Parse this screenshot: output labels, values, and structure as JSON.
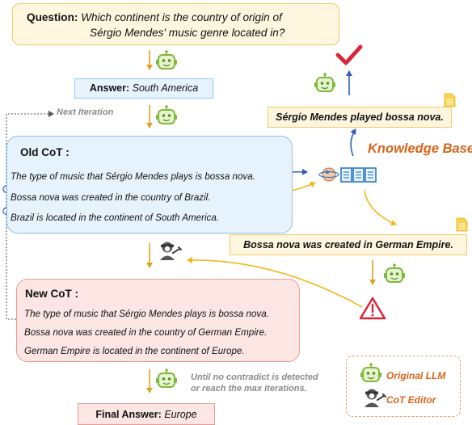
{
  "question": {
    "label": "Question:",
    "text_line1": "Which continent is the country of origin of",
    "text_line2": "Sérgio Mendes' music genre located in?"
  },
  "answer": {
    "label": "Answer:",
    "value": "South America"
  },
  "next_iteration": "Next Iteration",
  "old_cot": {
    "title": "Old CoT :",
    "lines": [
      "The type of music that Sérgio Mendes plays is bossa nova.",
      "Bossa nova was created in the country of Brazil.",
      "Brazil is located in the continent of South America."
    ]
  },
  "new_cot": {
    "title": "New CoT :",
    "lines": [
      "The type of music that Sérgio Mendes plays is bossa nova.",
      "Bossa nova was created in the country of German Empire.",
      "German Empire is located in the continent of Europe."
    ]
  },
  "knowledge_base": "Knowledge Base",
  "fact_verified": "Sérgio Mendes played bossa nova.",
  "fact_contradict": "Bossa nova was created in German Empire.",
  "loop_note": {
    "line1": "Until no contradict is detected",
    "line2": "or reach the max iterations."
  },
  "legend": {
    "llm": "Original LLM",
    "editor": "CoT Editor"
  },
  "final_answer": {
    "label": "Final Answer:",
    "value": "Europe"
  },
  "colors": {
    "llm_green": "#8cc63f",
    "arrow_gold": "#d9a520",
    "arrow_yellow": "#f2b81c",
    "arrow_blue": "#2f5fb8",
    "check_red": "#d9263b",
    "kb_orange": "#d9631b"
  },
  "icons": [
    "robot-icon",
    "check-icon",
    "document-icon",
    "knowledge-base-icon",
    "warning-icon",
    "editor-icon"
  ]
}
